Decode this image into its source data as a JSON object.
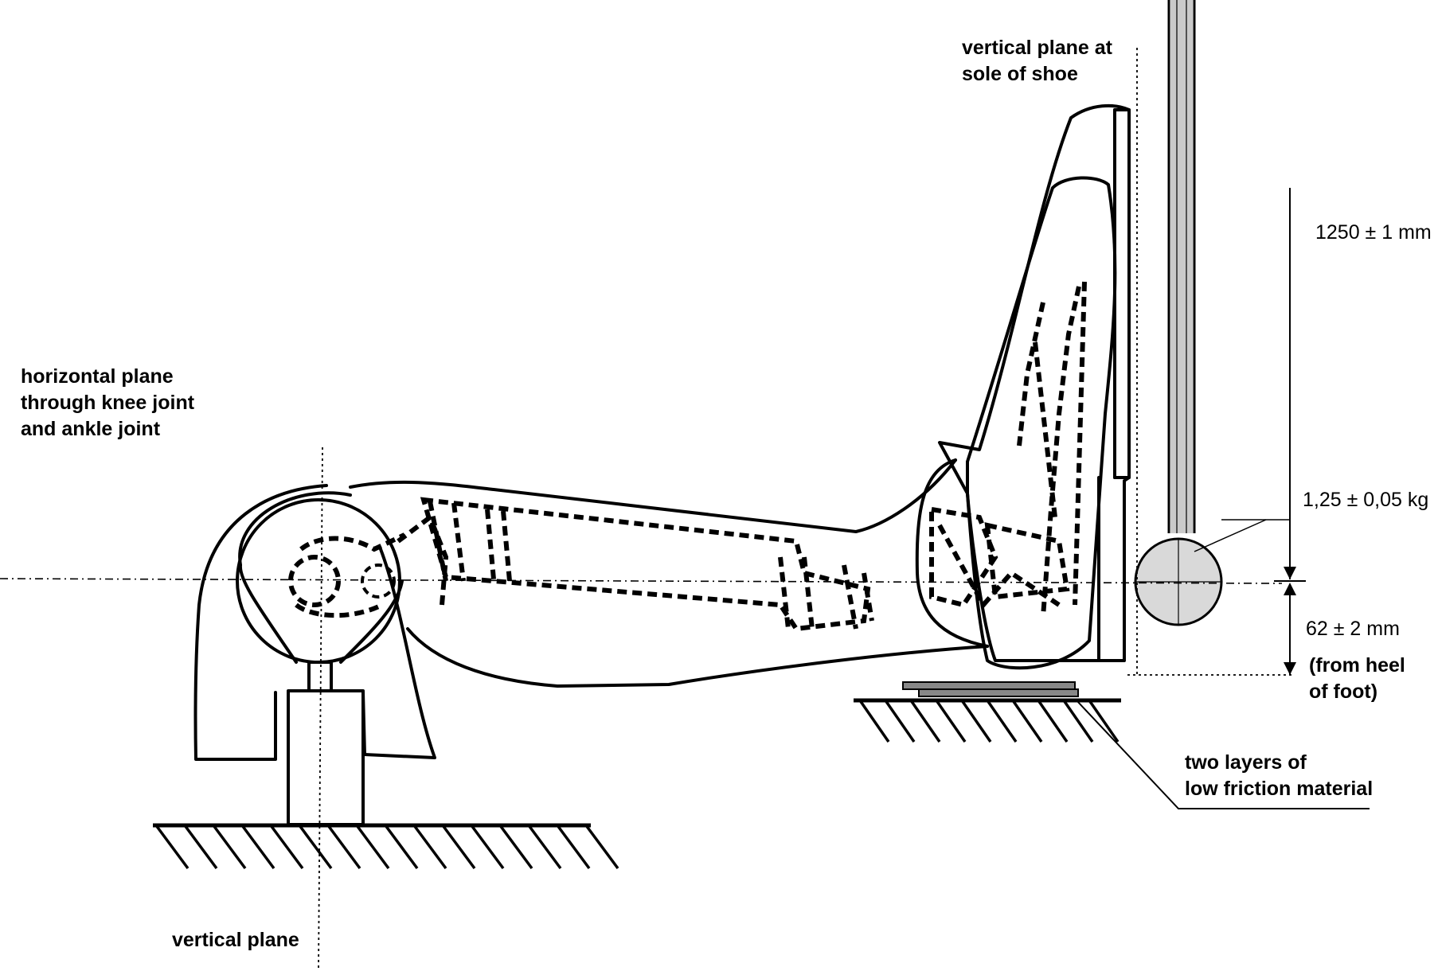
{
  "labels": {
    "vertical_plane_sole_line1": "vertical plane at",
    "vertical_plane_sole_line2": "sole of shoe",
    "horizontal_plane_line1": "horizontal plane",
    "horizontal_plane_line2": "through knee joint",
    "horizontal_plane_line3": "and ankle joint",
    "vertical_plane": "vertical plane",
    "drop_height": "1250 ± 1 mm",
    "mass": "1,25 ± 0,05 kg",
    "heel_offset_line1": "62 ± 2 mm",
    "heel_offset_line2": "(from heel",
    "heel_offset_line3": "of foot)",
    "friction_line1": "two layers of",
    "friction_line2": "low friction material"
  },
  "colors": {
    "ink": "#000000",
    "background": "#ffffff",
    "pendulum_fill": "#d9d9d9"
  }
}
